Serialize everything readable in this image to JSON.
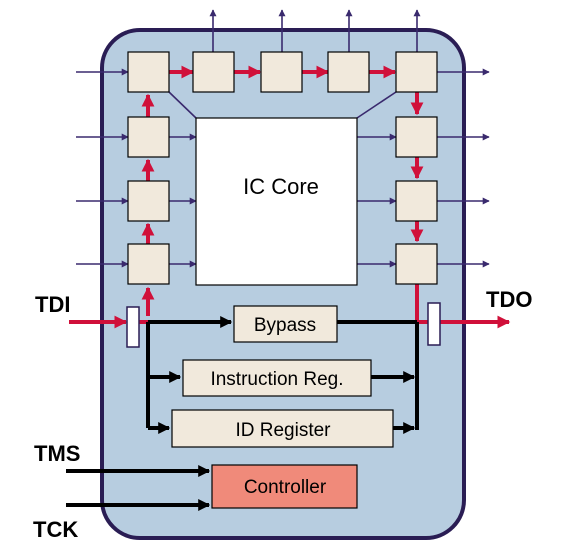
{
  "labels": {
    "ic_core": "IC Core",
    "tdi": "TDI",
    "tdo": "TDO",
    "tms": "TMS",
    "tck": "TCK",
    "bypass": "Bypass",
    "instruction_reg": "Instruction Reg.",
    "id_register": "ID Register",
    "controller": "Controller"
  },
  "colors": {
    "chip_body": "#b7cde0",
    "chip_border": "#2a1d54",
    "cell_fill": "#f1e9dc",
    "core_fill": "#ffffff",
    "scan_path": "#d0103a",
    "pin_line": "#3a2a6e",
    "register_path": "#000000",
    "controller_fill": "#f08a7a"
  }
}
